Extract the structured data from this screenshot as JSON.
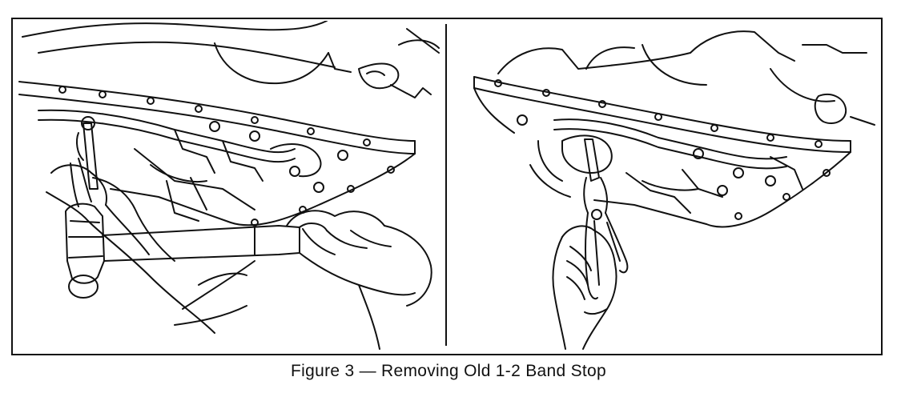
{
  "figure": {
    "caption": "Figure 3 — Removing Old 1-2 Band Stop",
    "panels": [
      {
        "id": "left",
        "depicts": "hammer-and-punch"
      },
      {
        "id": "right",
        "depicts": "pliers"
      }
    ]
  },
  "colors": {
    "ink": "#111111",
    "paper": "#ffffff"
  }
}
